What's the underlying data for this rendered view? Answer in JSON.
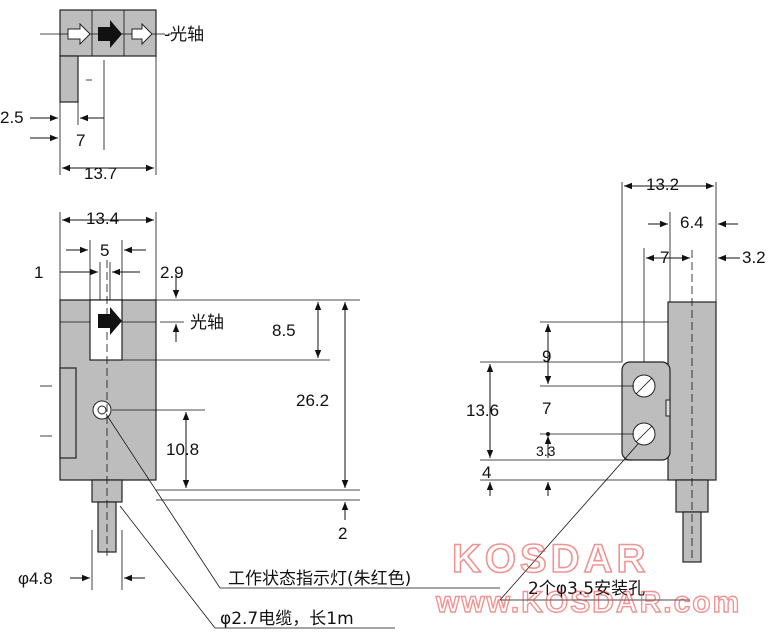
{
  "labels": {
    "optical_axis_top": "-光轴",
    "d_2_5": "2.5",
    "d_7_top": "7",
    "d_13_7": "13.7",
    "d_13_4": "13.4",
    "d_5": "5",
    "d_1": "1",
    "d_2_9": "2.9",
    "optical_axis_front": "光轴",
    "d_8_5": "8.5",
    "d_26_2": "26.2",
    "d_10_8": "10.8",
    "d_2": "2",
    "d_cable_dia": "φ4.8",
    "indicator": "工作状态指示灯(朱红色)",
    "cable": "φ2.7电缆，长1m",
    "d_13_2": "13.2",
    "d_6_4": "6.4",
    "d_7_side": "7",
    "d_3_2": "3.2",
    "d_9": "9",
    "d_13_6": "13.6",
    "d_7_holes": "7",
    "d_3_3": "3.3",
    "d_4": "4",
    "holes": "2个φ3.5安装孔"
  },
  "watermark": {
    "brand": "KOSDAR",
    "url": "www.KOSDAR.com"
  },
  "colors": {
    "body_fill": "#bdbdbd",
    "line": "#111111",
    "watermark": "#e23b3b"
  }
}
